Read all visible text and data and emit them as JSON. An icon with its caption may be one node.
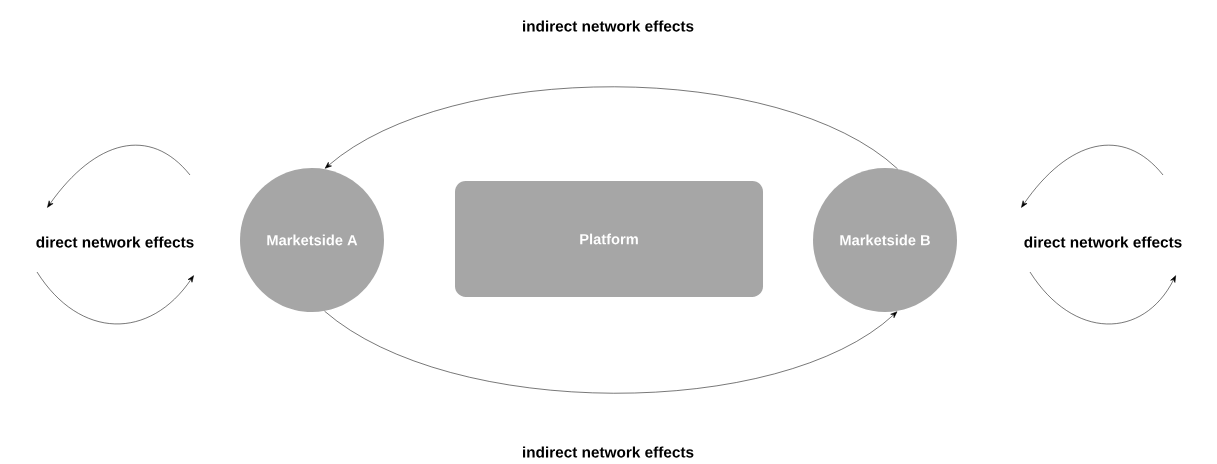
{
  "diagram": {
    "nodes": [
      {
        "text": [
          "Marketside A"
        ]
      },
      {
        "text": [
          "Platform"
        ]
      },
      {
        "text": [
          "Marketside B"
        ]
      }
    ],
    "edges": [
      {
        "from": 2,
        "to": 0,
        "arrow": "to"
      },
      {
        "from": 0,
        "to": 2,
        "arrow": "to"
      }
    ],
    "labels": [
      "indirect network effects",
      "direct network effects",
      "direct network effects",
      "indirect network effects"
    ]
  }
}
